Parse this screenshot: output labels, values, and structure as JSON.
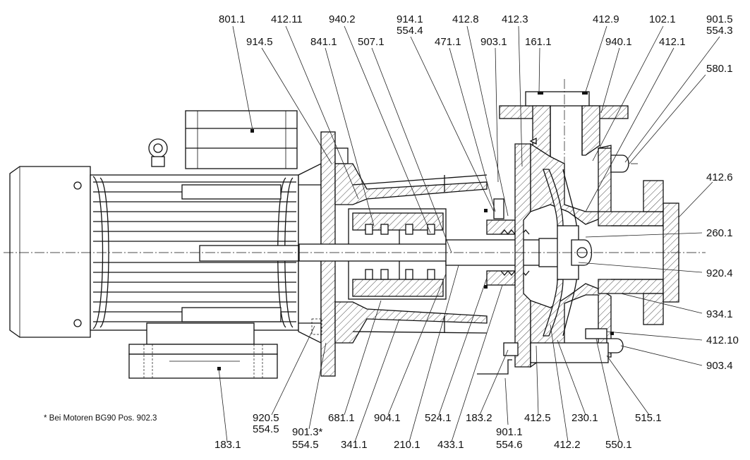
{
  "footnote": "* Bei Motoren BG90 Pos. 902.3",
  "labels": [
    "801.1",
    "412.11",
    "940.2",
    "914.1",
    "554.4",
    "412.8",
    "412.3",
    "412.9",
    "102.1",
    "901.5",
    "554.3",
    "914.5",
    "841.1",
    "507.1",
    "471.1",
    "903.1",
    "161.1",
    "940.1",
    "412.1",
    "580.1",
    "412.6",
    "260.1",
    "920.4",
    "934.1",
    "412.10",
    "903.4",
    "515.1",
    "230.1",
    "550.1",
    "412.5",
    "412.2",
    "901.1",
    "554.6",
    "183.2",
    "433.1",
    "524.1",
    "210.1",
    "904.1",
    "341.1",
    "681.1",
    "901.3*",
    "554.5",
    "920.5",
    "554.5",
    "183.1"
  ]
}
